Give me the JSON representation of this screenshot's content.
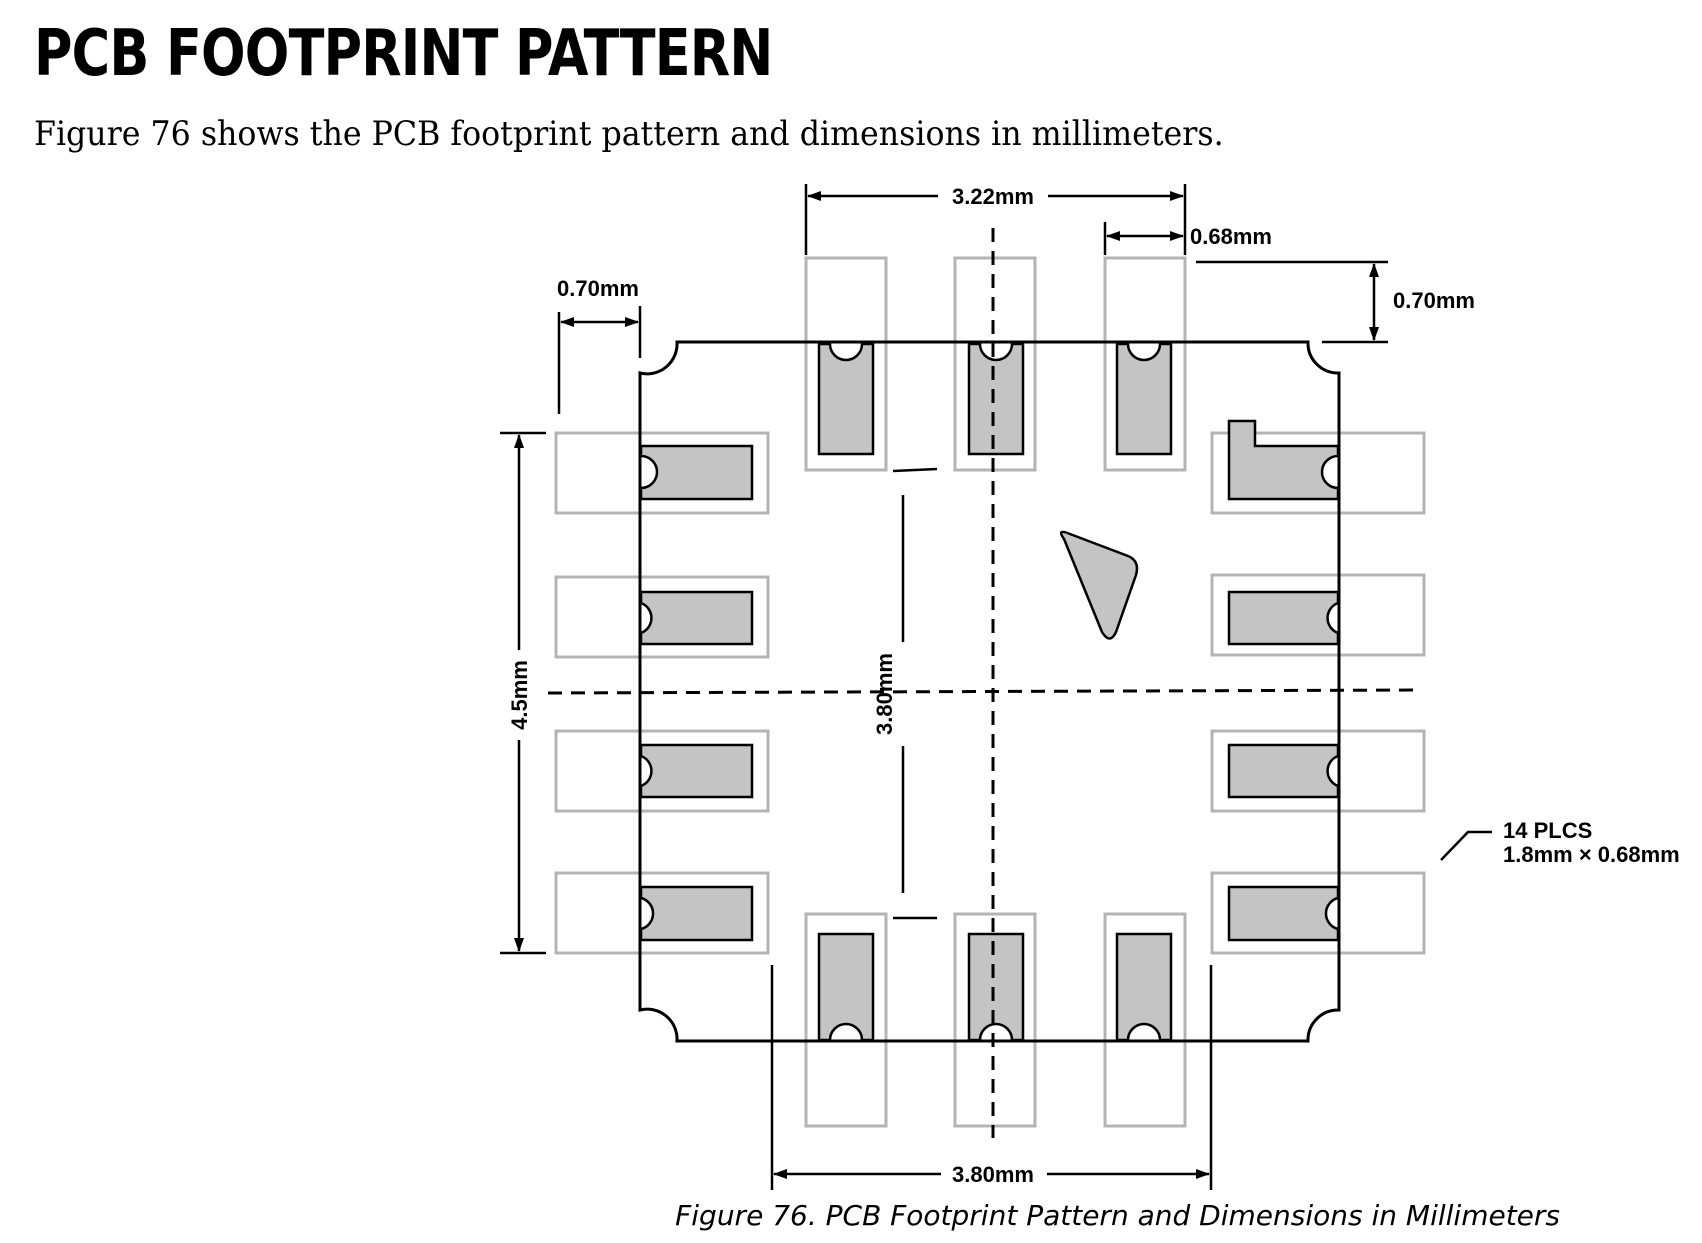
{
  "page": {
    "heading": "PCB FOOTPRINT PATTERN",
    "intro": "Figure 76 shows the PCB footprint pattern and dimensions in millimeters.",
    "caption": "Figure 76. PCB Footprint Pattern and Dimensions in Millimeters"
  },
  "diagram": {
    "dimensions": {
      "top_pitch_span": "3.22mm",
      "pad_width_top": "0.68mm",
      "pad_extension_right": "0.70mm",
      "pad_extension_left": "0.70mm",
      "left_pitch_span": "4.5mm",
      "inner_span_vertical": "3.80mm",
      "inner_span_horizontal": "3.80mm"
    },
    "note": {
      "line1": "14 PLCS",
      "line2": "1.8mm × 0.68mm"
    },
    "colors": {
      "pad_fill": "#c4c4c4",
      "land_outline": "#b4b4b4",
      "outline": "#000000"
    }
  }
}
